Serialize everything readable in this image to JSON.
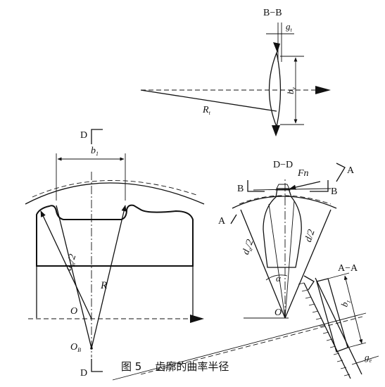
{
  "caption": "图 5    齿廓的曲率半径",
  "labels": {
    "section_bb": "B−B",
    "g_t": "g",
    "g_t_sub": "t",
    "b_v": "b",
    "b_v_sub": "v",
    "r_t": "R",
    "r_t_sub": "t",
    "d_top": "D",
    "d_bottom": "D",
    "b1": "b",
    "b1_sub": "1",
    "dm2": "d",
    "dm2_sub": "m",
    "dm2_tail": "/2",
    "r_big": "R",
    "o_left": "O",
    "ob": "O",
    "ob_sub": "B",
    "section_dd": "D−D",
    "fn": "Fn",
    "b_left": "B",
    "b_right": "B",
    "a_top": "A",
    "a_left": "A",
    "da2": "d",
    "da2_sub": "a",
    "da2_tail": "/2",
    "d2": "d/2",
    "alpha": "α",
    "o_right": "O",
    "section_aa": "A−A",
    "b1_aa": "b",
    "b1_aa_sub": "1",
    "g_e": "g",
    "g_e_sub": "e"
  }
}
